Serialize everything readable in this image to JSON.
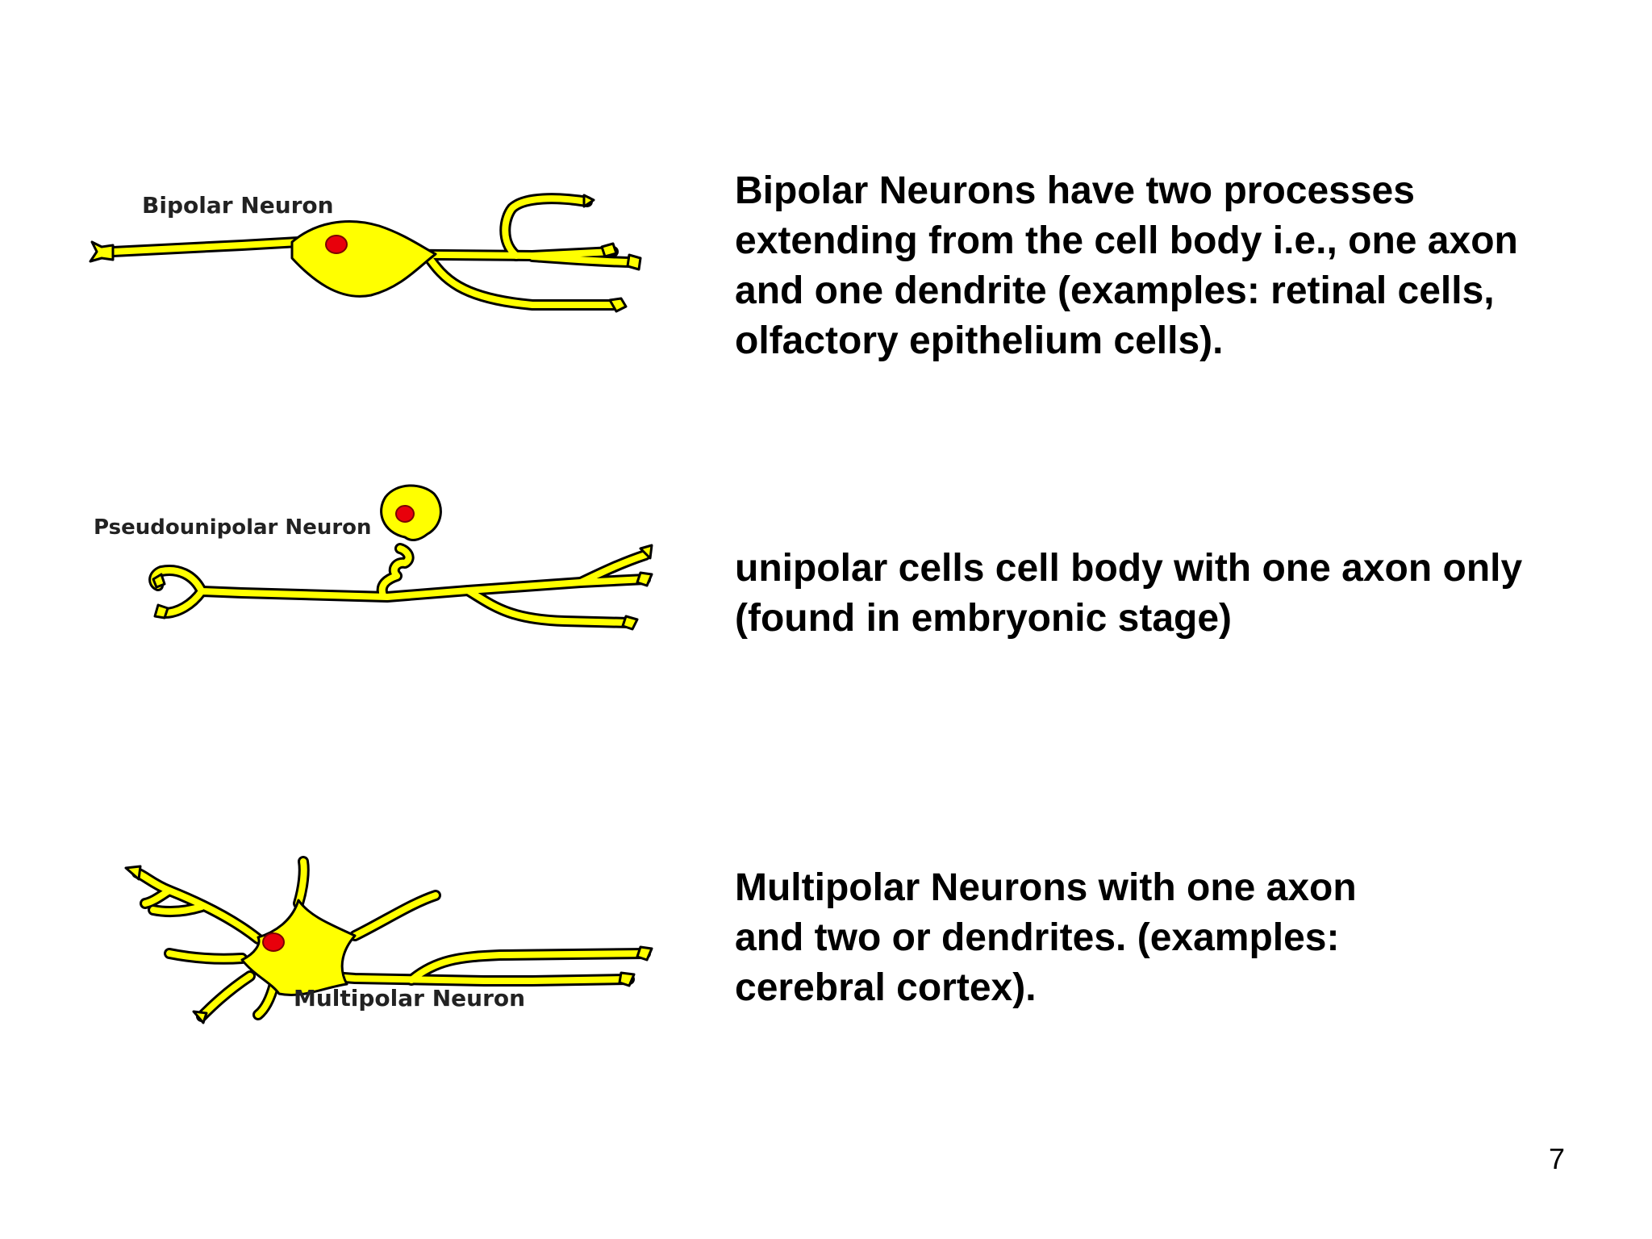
{
  "slide": {
    "page_number": "7",
    "colors": {
      "neuron_fill": "#ffff00",
      "outline": "#000000",
      "nucleus": "#e8000b",
      "text": "#000000"
    }
  },
  "sections": [
    {
      "figure_label": "Bipolar Neuron",
      "description": "Bipolar Neurons have two processes\nextending from the cell body i.e., one axon\nand one dendrite (examples: retinal cells,\nolfactory epithelium cells)."
    },
    {
      "figure_label": "Pseudounipolar Neuron",
      "description": "unipolar cells  cell body with one axon only\n(found in embryonic stage)"
    },
    {
      "figure_label": "Multipolar Neuron",
      "description": "Multipolar Neurons with one axon\nand two or dendrites. (examples:\ncerebral cortex)."
    }
  ]
}
